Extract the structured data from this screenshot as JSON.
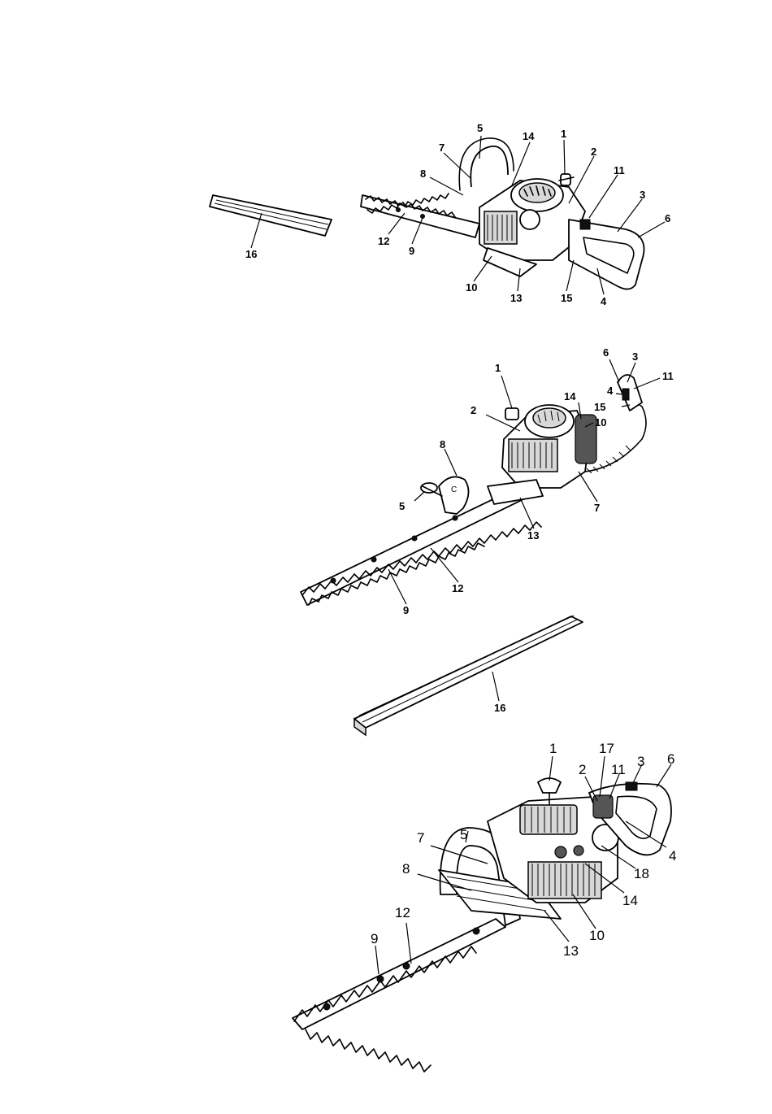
{
  "figures": [
    {
      "name": "hedge-trimmer-view-1",
      "labels": [
        "1",
        "2",
        "3",
        "4",
        "5",
        "6",
        "7",
        "8",
        "9",
        "10",
        "11",
        "12",
        "13",
        "14",
        "15",
        "16"
      ]
    },
    {
      "name": "hedge-trimmer-view-2",
      "labels": [
        "1",
        "2",
        "3",
        "4",
        "5",
        "6",
        "7",
        "8",
        "9",
        "10",
        "11",
        "12",
        "13",
        "14",
        "15",
        "16"
      ]
    },
    {
      "name": "hedge-trimmer-view-3",
      "labels": [
        "1",
        "2",
        "3",
        "4",
        "5",
        "6",
        "7",
        "8",
        "9",
        "10",
        "11",
        "12",
        "13",
        "14",
        "17",
        "18"
      ]
    }
  ]
}
